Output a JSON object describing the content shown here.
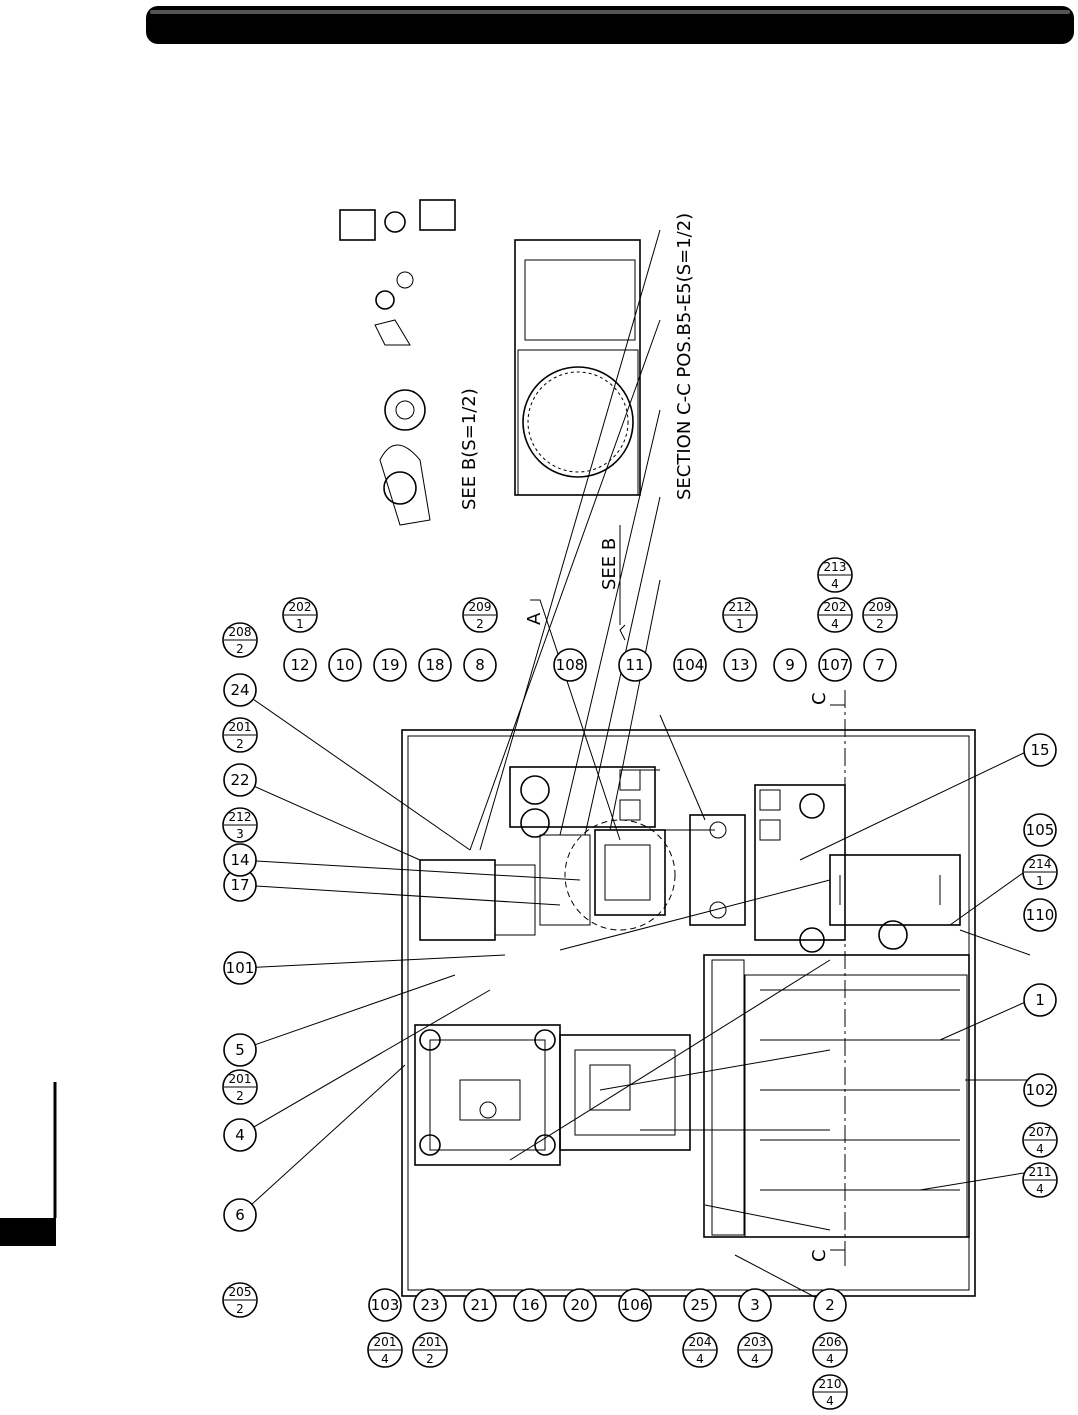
{
  "balloons_left": [
    "6",
    "4",
    "5",
    "101",
    "17",
    "14",
    "22",
    "24",
    "103",
    "23",
    "21",
    "16",
    "20",
    "106",
    "25",
    "3",
    "2",
    "12",
    "10",
    "19",
    "18",
    "8",
    "108",
    "11",
    "104",
    "13",
    "9",
    "107",
    "7",
    "1",
    "110",
    "105",
    "15",
    "102"
  ],
  "fraction_balloons": [
    {
      "num": "205",
      "den": "2"
    },
    {
      "num": "201",
      "den": "2"
    },
    {
      "num": "212",
      "den": "3"
    },
    {
      "num": "201",
      "den": "2"
    },
    {
      "num": "208",
      "den": "2"
    },
    {
      "num": "202",
      "den": "1"
    },
    {
      "num": "209",
      "den": "2"
    },
    {
      "num": "212",
      "den": "1"
    },
    {
      "num": "202",
      "den": "4"
    },
    {
      "num": "213",
      "den": "4"
    },
    {
      "num": "209",
      "den": "2"
    },
    {
      "num": "214",
      "den": "1"
    },
    {
      "num": "207",
      "den": "4"
    },
    {
      "num": "211",
      "den": "4"
    },
    {
      "num": "201",
      "den": "4"
    },
    {
      "num": "201",
      "den": "2"
    },
    {
      "num": "204",
      "den": "4"
    },
    {
      "num": "203",
      "den": "4"
    },
    {
      "num": "206",
      "den": "4"
    },
    {
      "num": "210",
      "den": "4"
    }
  ],
  "notes": {
    "see_b_label": "SEE B(S=1/2)",
    "section_label": "SECTION C-C POS.B5-E5(S=1/2)",
    "see_b_arrow": "SEE B",
    "a_label": "A",
    "c_label_top": "C",
    "c_label_bottom": "C"
  }
}
